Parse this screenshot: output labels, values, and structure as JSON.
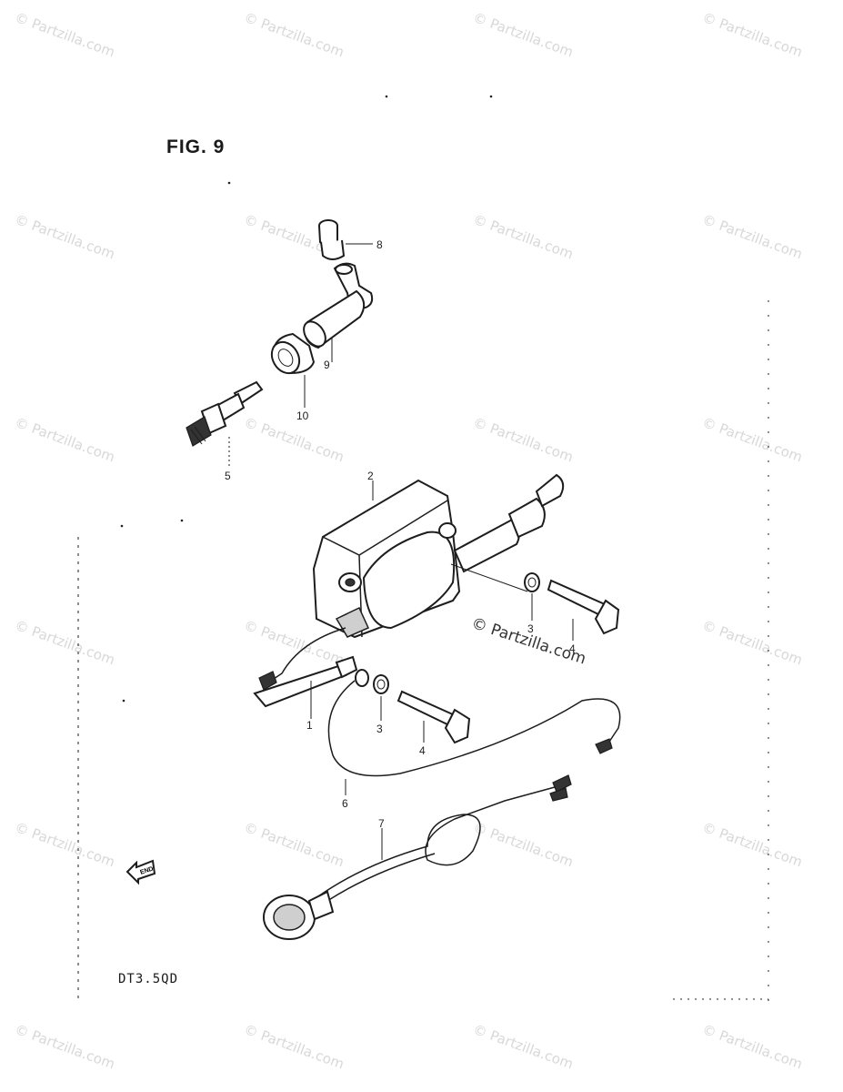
{
  "title": "FIG. 9",
  "model_code": "DT3.5QD",
  "watermark_text": "© Partzilla.com",
  "callouts": {
    "c1": "1",
    "c2": "2",
    "c3a": "3",
    "c3b": "3",
    "c4a": "4",
    "c4b": "4",
    "c5": "5",
    "c6": "6",
    "c7": "7",
    "c8": "8",
    "c9": "9",
    "c10": "10"
  },
  "end_marker": "END"
}
